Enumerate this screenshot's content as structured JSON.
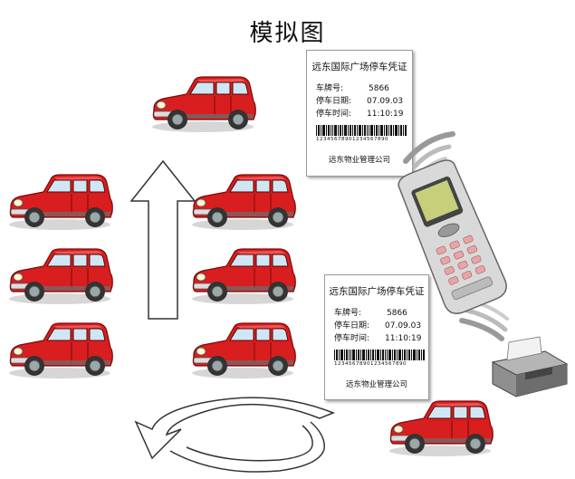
{
  "title": "模拟图",
  "tickets": [
    {
      "title": "远东国际广场停车凭证",
      "rows": [
        {
          "label": "车牌号:",
          "value": "5866"
        },
        {
          "label": "停车日期:",
          "value": "07.09.03"
        },
        {
          "label": "停车时间:",
          "value": "11:10:19"
        }
      ],
      "barcode_digits": "12345678901234567890",
      "company": "远东物业管理公司"
    },
    {
      "title": "远东国际广场停车凭证",
      "rows": [
        {
          "label": "车牌号:",
          "value": "5866"
        },
        {
          "label": "停车日期:",
          "value": "07.09.03"
        },
        {
          "label": "停车时间:",
          "value": "11:10:19"
        }
      ],
      "barcode_digits": "12345678901234567890",
      "company": "远东物业管理公司"
    }
  ],
  "colors": {
    "car_body": "#d81e1e",
    "car_dark": "#8c0c0c",
    "window": "#cfe7f5",
    "tire": "#333333",
    "terminal_body": "#d9d9d9"
  },
  "icons": [
    "car-icon",
    "up-arrow-icon",
    "u-turn-arrow-icon",
    "handheld-terminal-icon",
    "printer-icon",
    "signal-waves-icon",
    "barcode-icon"
  ]
}
